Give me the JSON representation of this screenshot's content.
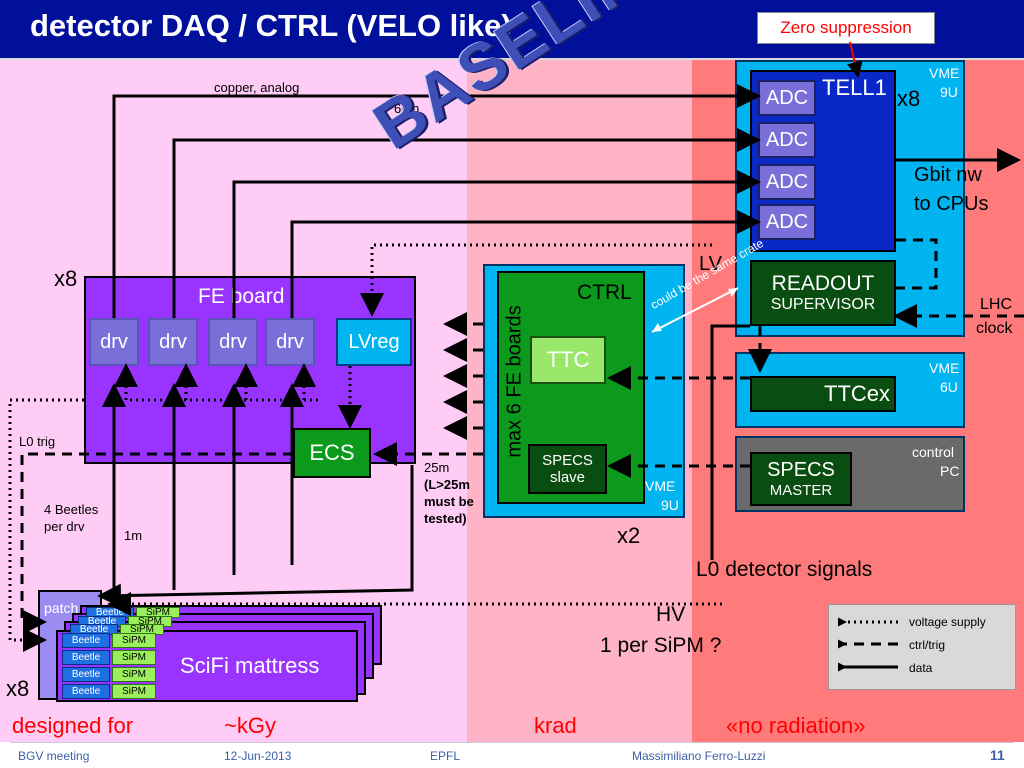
{
  "title": "detector DAQ / CTRL    (VELO like)",
  "banner": {
    "zero_suppression": "Zero suppression",
    "baseline": "BASELINE"
  },
  "labels": {
    "copper_analog": "copper, analog",
    "len_60m": "60m",
    "x8_fe": "x8",
    "x8_tell1": "x8",
    "x8_mattress": "x8",
    "x2": "x2",
    "lv": "LV",
    "could_be_same_crate": "could be the same crate",
    "gbit_nw": "Gbit nw",
    "to_cpus": "to CPUs",
    "lhc": "LHC",
    "clock": "clock",
    "vme_9u_tell1_a": "VME",
    "vme_9u_tell1_b": "9U",
    "vme_6u_a": "VME",
    "vme_6u_b": "6U",
    "control_pc_a": "control",
    "control_pc_b": "PC",
    "vme_9u_ctrl_a": "VME",
    "vme_9u_ctrl_b": "9U",
    "l0_trig": "L0 trig",
    "len_25m": "25m",
    "l_25m_a": "(L>25m",
    "l_25m_b": "must be",
    "l_25m_c": "tested)",
    "beetles_per_drv_a": "4 Beetles",
    "beetles_per_drv_b": "per drv",
    "len_1m": "1m",
    "l0_detector_signals": "L0 detector signals",
    "hv": "HV",
    "per_sipm": "1 per SiPM ?",
    "max6_fe_boards": "max 6 FE boards",
    "patch": "patch"
  },
  "fe_board": {
    "title": "FE board",
    "drivers": [
      "drv",
      "drv",
      "drv",
      "drv"
    ],
    "lvreg": "LVreg",
    "ecs": "ECS"
  },
  "ctrl_crate": {
    "title": "CTRL",
    "ttc": "TTC",
    "specs_slave_a": "SPECS",
    "specs_slave_b": "slave"
  },
  "tell1": {
    "title": "TELL1",
    "adcs": [
      "ADC",
      "ADC",
      "ADC",
      "ADC"
    ]
  },
  "readout_supervisor": {
    "line1": "READOUT",
    "line2": "SUPERVISOR"
  },
  "ttcex": "TTCex",
  "specs_master": {
    "line1": "SPECS",
    "line2": "MASTER"
  },
  "mattress": {
    "label": "SciFi mattress",
    "beetle": "Beetle",
    "sipm": "SiPM"
  },
  "legend": {
    "items": [
      {
        "style": "dotted",
        "label": "voltage supply"
      },
      {
        "style": "dashed",
        "label": "ctrl/trig"
      },
      {
        "style": "solid",
        "label": "data"
      }
    ]
  },
  "radiation": {
    "designed_for": "designed for",
    "kgy": "~kGy",
    "krad": "krad",
    "no_radiation": "«no radiation»"
  },
  "footer": {
    "meeting": "BGV meeting",
    "date": "12-Jun-2013",
    "institute": "EPFL",
    "author": "Massimiliano Ferro-Luzzi",
    "page": "11"
  },
  "colors": {
    "zone_left": "#ffccf5",
    "zone_middle": "#ffb3c6",
    "zone_right": "#ff7a7a",
    "title_bar": "#00109a",
    "fe_board": "#9933ff",
    "crate_cyan": "#00b4f0",
    "tell1_blue": "#0a28c8",
    "ctrl_green": "#0c9a1c",
    "ttc_green": "#99e86a",
    "red_text": "#ff0000",
    "baseline": "#3f4fb8"
  }
}
